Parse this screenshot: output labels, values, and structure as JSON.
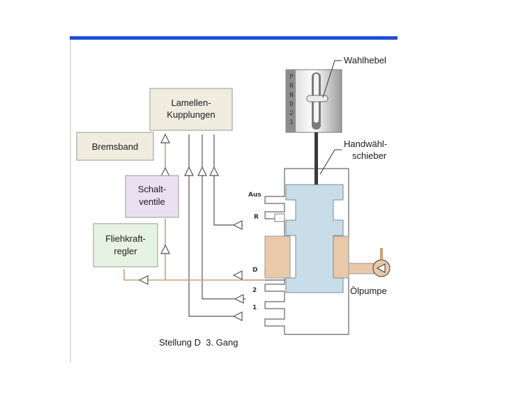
{
  "window": {
    "title_bar_color": "#1f4fd8"
  },
  "diagram": {
    "boxes": {
      "lamellen": [
        "Lamellen-",
        "Kupplungen"
      ],
      "bremsband": [
        "Bremsband"
      ],
      "schaltventile": [
        "Schalt-",
        "ventile"
      ],
      "fliehkraftregler": [
        "Fliehkraft-",
        "regler"
      ]
    },
    "callouts": {
      "wahlhebel": "Wahlhebel",
      "handwaehlschieber": [
        "Handwähl-",
        "schieber"
      ],
      "oelpumpe": "Ölpumpe"
    },
    "ports": {
      "aus": "Aus",
      "r": "R",
      "d": "D",
      "two": "2",
      "one": "1"
    },
    "selector_positions": [
      "P",
      "R",
      "N",
      "D",
      "2",
      "1"
    ],
    "caption": "Stellung D  3. Gang",
    "colors": {
      "box_lamellen": "#f0ece0",
      "box_bremsband": "#f0ece0",
      "box_schaltventile": "#eae0f2",
      "box_fliehkraft": "#e6f2e2",
      "spool": "#c8dde8",
      "pressure_oil": "#e9c9a9",
      "line_gray": "#555555",
      "line_tan": "#c8a07a"
    }
  }
}
